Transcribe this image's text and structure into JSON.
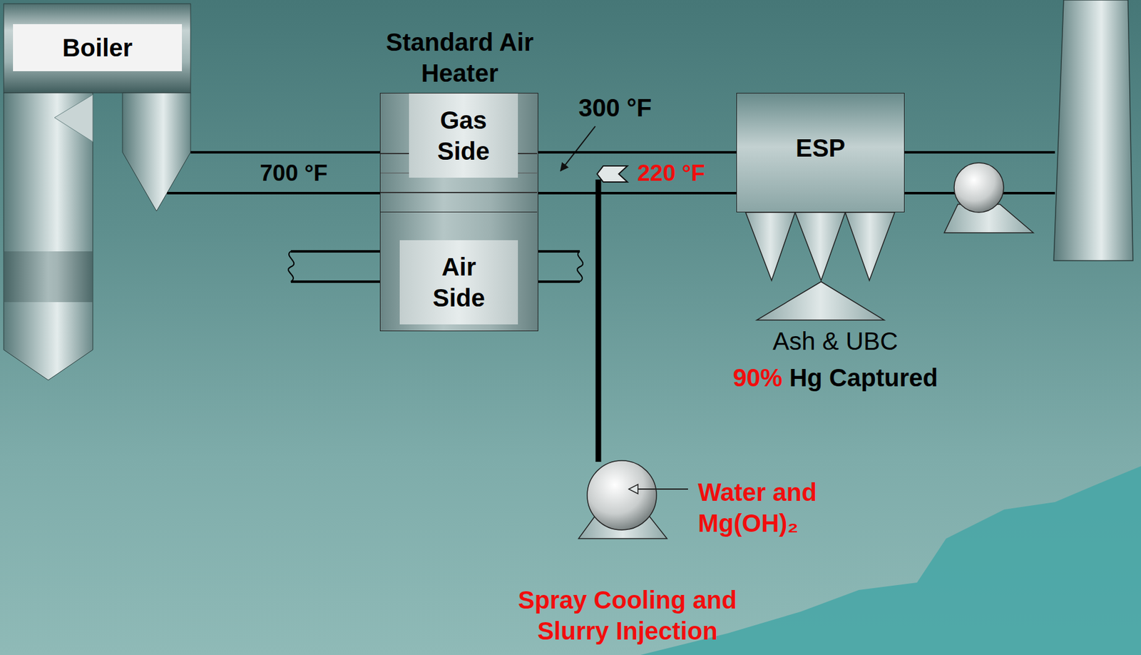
{
  "diagram": {
    "nodes": [
      {
        "text": [
          "Boiler"
        ]
      },
      {
        "text": [
          "Standard Air Heater"
        ]
      },
      {
        "text": [
          "Gas Side"
        ],
        "in": 1
      },
      {
        "text": [
          "Air Side"
        ],
        "in": 1
      },
      {
        "text": [
          "ESP"
        ]
      }
    ],
    "edges": [
      {
        "from": 0,
        "to": 2,
        "arrow": "none"
      },
      {
        "from": 2,
        "to": 4,
        "arrow": "none"
      }
    ],
    "labels": [
      "700 °F",
      "300 °F",
      "220 °F",
      "Ash & UBC",
      "90%",
      "Hg Captured",
      "Water and Mg(OH)₂",
      "Spray Cooling and Slurry Injection"
    ]
  }
}
